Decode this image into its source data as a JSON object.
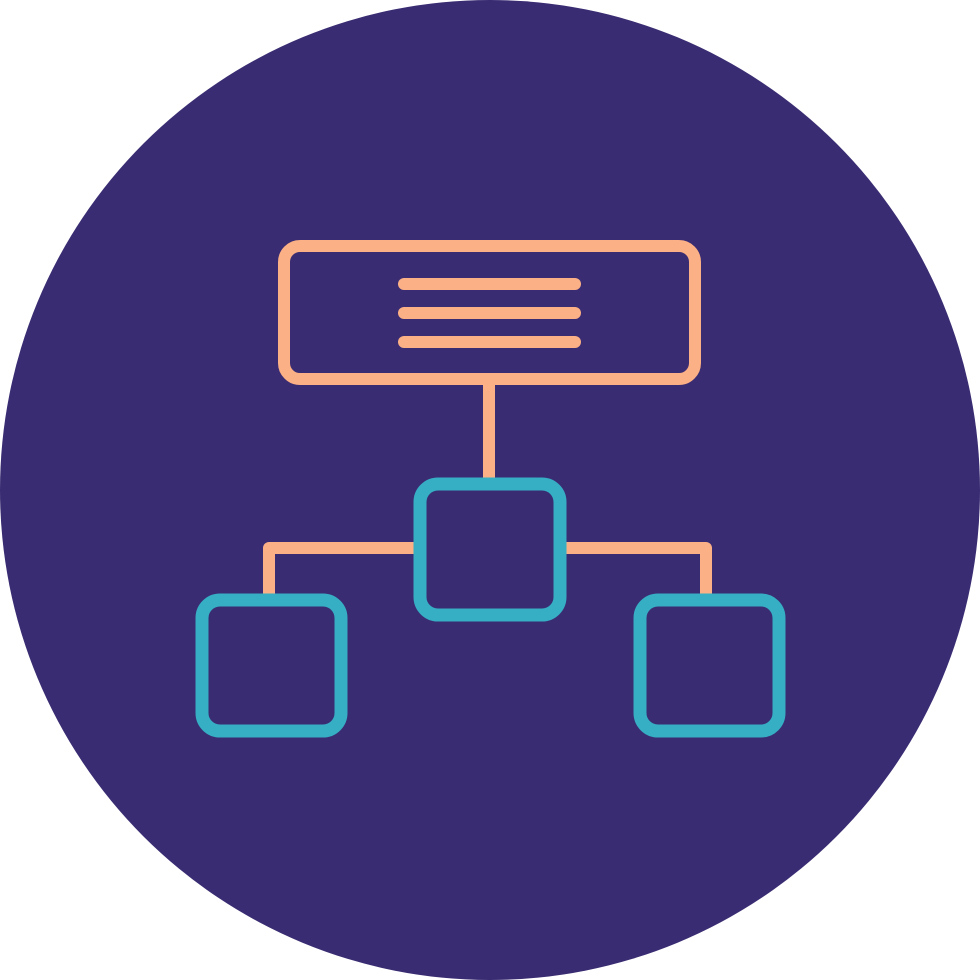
{
  "icon": {
    "name": "hierarchy-diagram-icon",
    "colors": {
      "background_circle": "#3a2c72",
      "header_box": "#fbb085",
      "connectors": "#fbb085",
      "child_nodes": "#36aec4"
    },
    "parts": [
      "header-box",
      "header-text-lines",
      "connectors",
      "center-child-node",
      "left-child-node",
      "right-child-node"
    ]
  }
}
